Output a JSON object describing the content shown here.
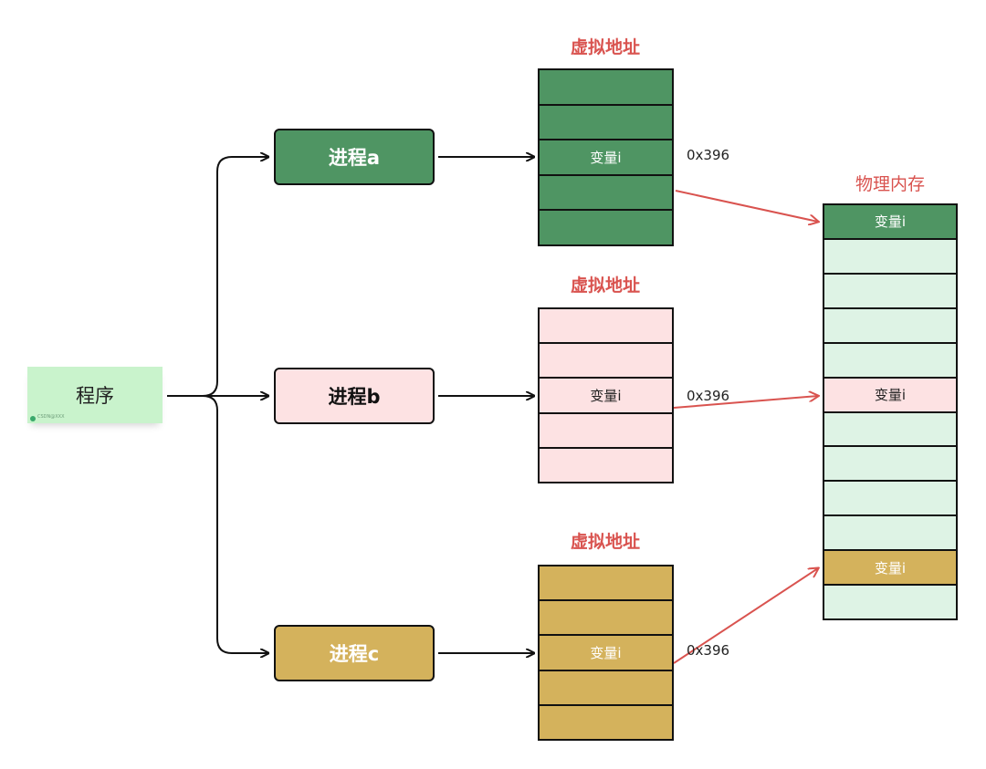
{
  "program": {
    "label": "程序",
    "watermark": "CSDN@XXX"
  },
  "processes": [
    {
      "label": "进程a",
      "color": "#4f9563"
    },
    {
      "label": "进程b",
      "color": "#fde2e3"
    },
    {
      "label": "进程c",
      "color": "#d4b25c"
    }
  ],
  "virtual_spaces": [
    {
      "title": "虚拟地址",
      "cells": [
        "",
        "",
        "变量i",
        "",
        ""
      ],
      "address": "0x396"
    },
    {
      "title": "虚拟地址",
      "cells": [
        "",
        "",
        "变量i",
        "",
        ""
      ],
      "address": "0x396"
    },
    {
      "title": "虚拟地址",
      "cells": [
        "",
        "",
        "变量i",
        "",
        ""
      ],
      "address": "0x396"
    }
  ],
  "physical_memory": {
    "title": "物理内存",
    "cells": [
      "变量i",
      "",
      "",
      "",
      "",
      "变量i",
      "",
      "",
      "",
      "",
      "变量i",
      ""
    ]
  },
  "colors": {
    "arrow_black": "#111111",
    "arrow_red": "#d9534f",
    "title_red": "#d9534f"
  }
}
